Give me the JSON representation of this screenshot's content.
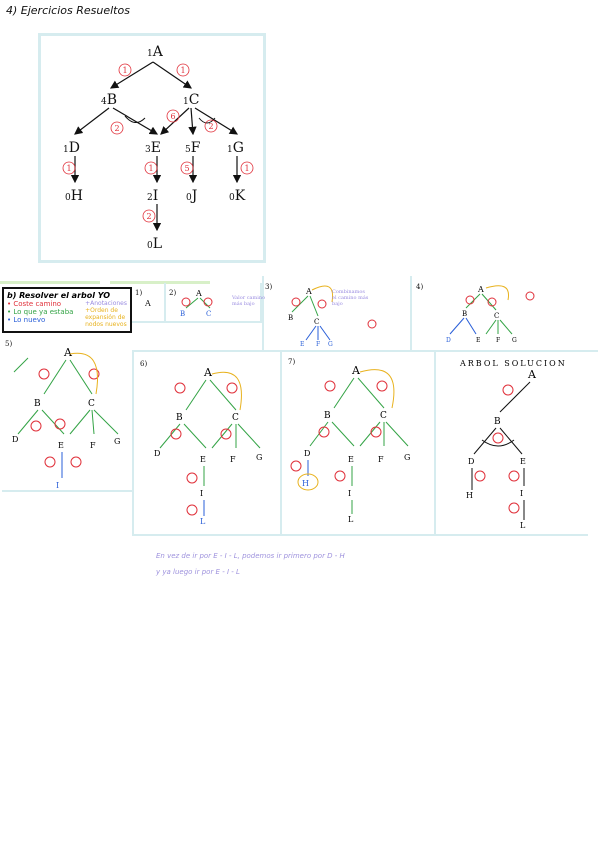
{
  "title": "4) Ejercicios Resueltos",
  "main_tree": {
    "nodes": [
      {
        "id": "A",
        "h": "1"
      },
      {
        "id": "B",
        "h": "4"
      },
      {
        "id": "C",
        "h": "1"
      },
      {
        "id": "D",
        "h": "1"
      },
      {
        "id": "E",
        "h": "3"
      },
      {
        "id": "F",
        "h": "5"
      },
      {
        "id": "G",
        "h": "1"
      },
      {
        "id": "H",
        "h": "0"
      },
      {
        "id": "I",
        "h": "2"
      },
      {
        "id": "J",
        "h": "0"
      },
      {
        "id": "K",
        "h": "0"
      },
      {
        "id": "L",
        "h": "0"
      }
    ],
    "edge_costs": {
      "AB": "1",
      "AC": "1",
      "BE": "2",
      "CE": "6",
      "CF": "2",
      "DH": "1",
      "EI": "1",
      "FJ": "5",
      "GK": "1",
      "IL": "2"
    }
  },
  "legend": {
    "title": "b) Resolver el arbol YO",
    "items": [
      "• Coste camino",
      "• Lo que ya estaba",
      "• Lo nuevo"
    ],
    "side": [
      "+Anotaciones",
      "+Orden de",
      "expansión de",
      "nodos nuevos"
    ]
  },
  "steps": [
    "1)",
    "2)",
    "3)",
    "4)",
    "5)",
    "6)",
    "7)"
  ],
  "step_notes": {
    "s2": [
      "Valor camino",
      "más bajo"
    ],
    "s3": [
      "Combinamos",
      "el camino más",
      "bajo"
    ]
  },
  "solution_title": "ARBOL SOLUCION",
  "notes": [
    "En vez de ir por E - I - L, podemos ir primero por D - H",
    "y ya luego ir por E - I - L"
  ],
  "colors": {
    "red": "#e0303a",
    "green": "#33a345",
    "blue": "#2a5fd8",
    "yellow": "#e8b21e",
    "purple": "#9a8ce0",
    "frame": "#d6ecef"
  }
}
